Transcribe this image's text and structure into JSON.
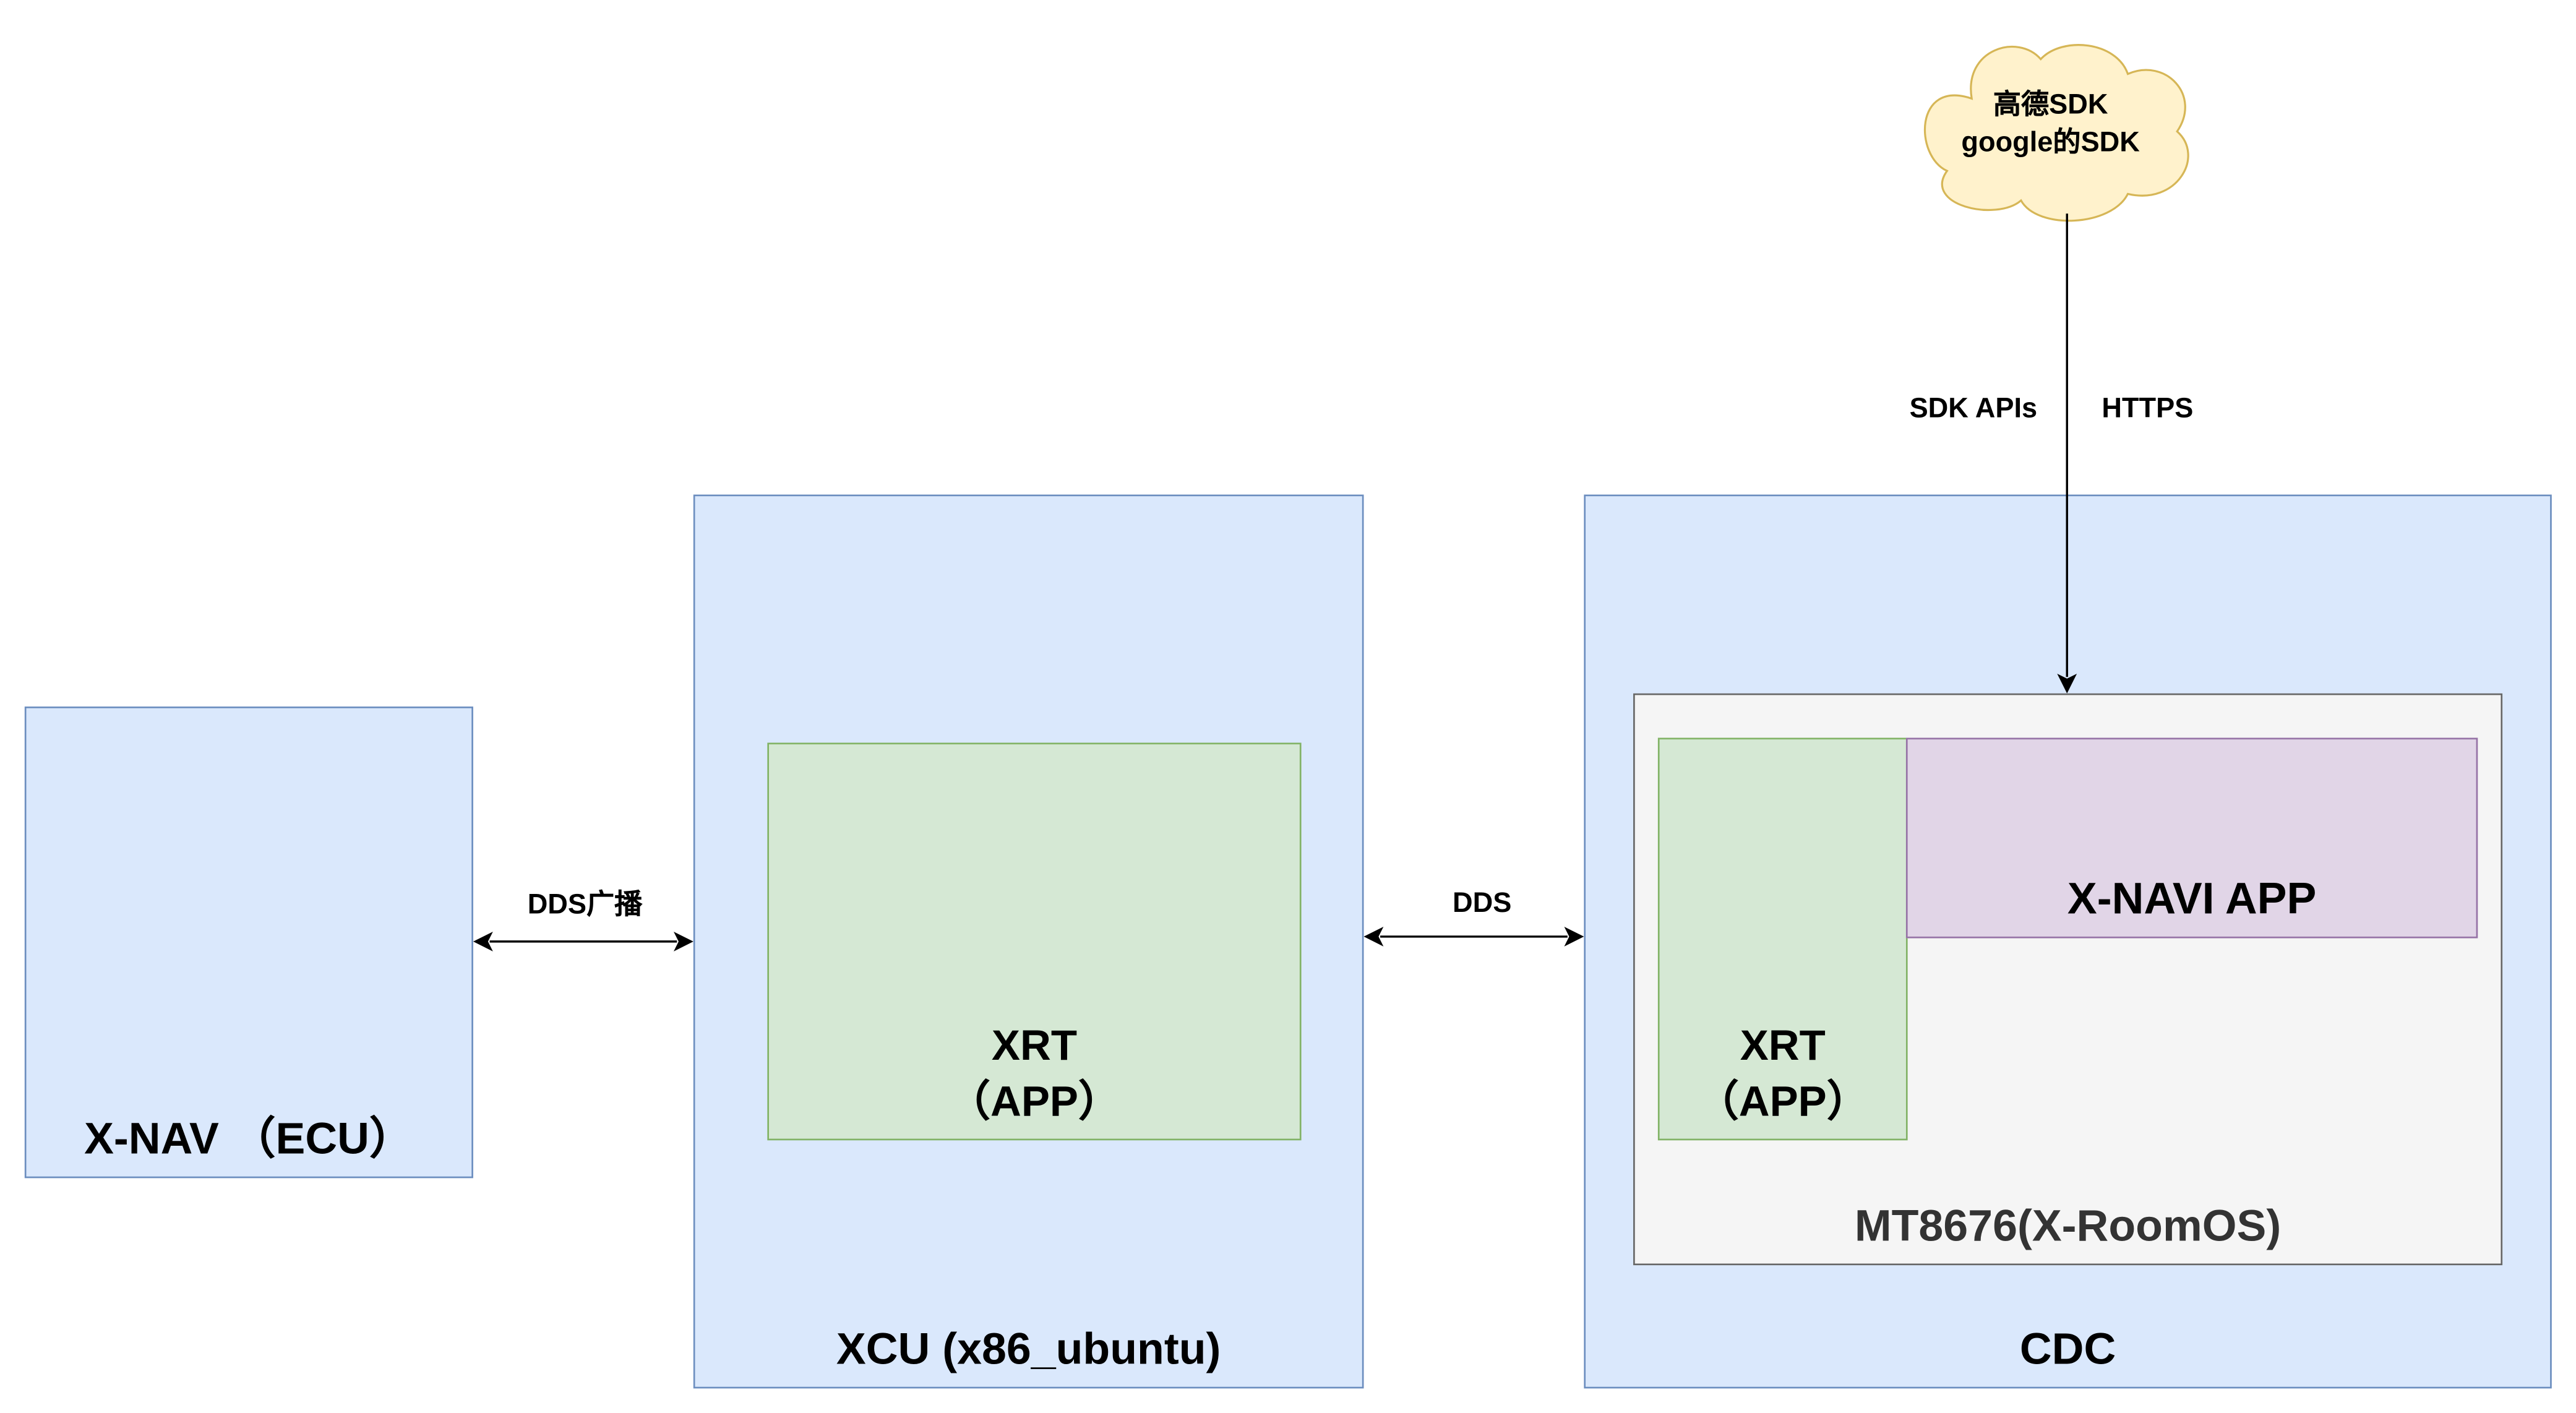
{
  "nodes": {
    "xnav": {
      "label": "X-NAV （ECU）"
    },
    "xcu": {
      "label": "XCU (x86_ubuntu)"
    },
    "xcu_app": {
      "line1": "XRT",
      "line2": "（APP）"
    },
    "cdc": {
      "label": "CDC"
    },
    "mt8676": {
      "label": "MT8676(X-RoomOS)"
    },
    "cdc_app": {
      "line1": "XRT",
      "line2": "（APP）"
    },
    "xnavi_app": {
      "label": "X-NAVI APP"
    },
    "cloud": {
      "line1": "高德SDK",
      "line2": "google的SDK"
    }
  },
  "edges": {
    "xnav_xcu": {
      "label": "DDS广播"
    },
    "xcu_cdc": {
      "label": "DDS"
    },
    "cloud_mt": {
      "label_left": "SDK APIs",
      "label_right": "HTTPS"
    }
  },
  "colors": {
    "blue_fill": "#dae8fc",
    "blue_stroke": "#6c8ebf",
    "green_fill": "#d5e8d4",
    "green_stroke": "#82b366",
    "grey_fill": "#f5f5f5",
    "grey_stroke": "#666666",
    "purple_fill": "#e1d5e7",
    "purple_stroke": "#9673a6",
    "cloud_fill": "#fff2cc",
    "cloud_stroke": "#d6b656"
  }
}
